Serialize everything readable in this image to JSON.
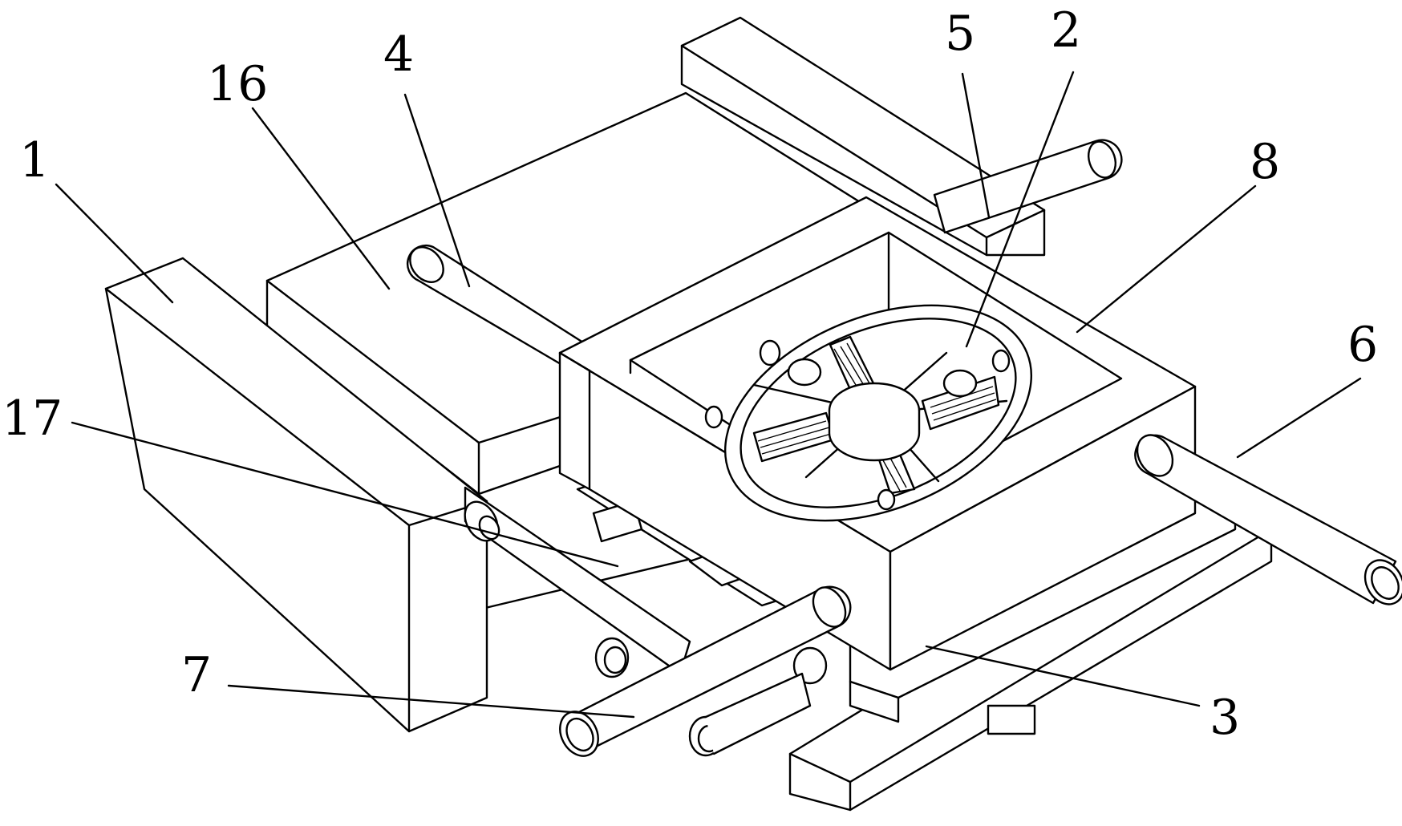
{
  "labels": {
    "l1": "1",
    "l16": "16",
    "l4": "4",
    "l5": "5",
    "l2": "2",
    "l8": "8",
    "l6": "6",
    "l17": "17",
    "l7": "7",
    "l3": "3"
  }
}
